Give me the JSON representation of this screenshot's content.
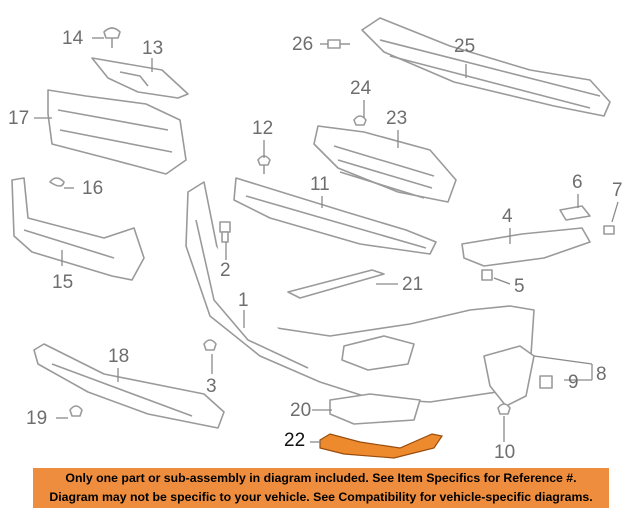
{
  "callouts": {
    "c1": "1",
    "c2": "2",
    "c3": "3",
    "c4": "4",
    "c5": "5",
    "c6": "6",
    "c7": "7",
    "c8": "8",
    "c9": "9",
    "c10": "10",
    "c11": "11",
    "c12": "12",
    "c13": "13",
    "c14": "14",
    "c15": "15",
    "c16": "16",
    "c17": "17",
    "c18": "18",
    "c19": "19",
    "c20": "20",
    "c21": "21",
    "c22": "22",
    "c23": "23",
    "c24": "24",
    "c25": "25",
    "c26": "26"
  },
  "highlight_part": "22",
  "colors": {
    "banner": "#ee8d3d",
    "highlight": "#ec8a2d",
    "line": "#9a9a9a"
  },
  "notice": {
    "line1": "Only one part or sub-assembly in diagram included. See Item Specifics for Reference #.",
    "line2": "Diagram may not be specific to your vehicle. See Compatibility for vehicle-specific diagrams."
  }
}
